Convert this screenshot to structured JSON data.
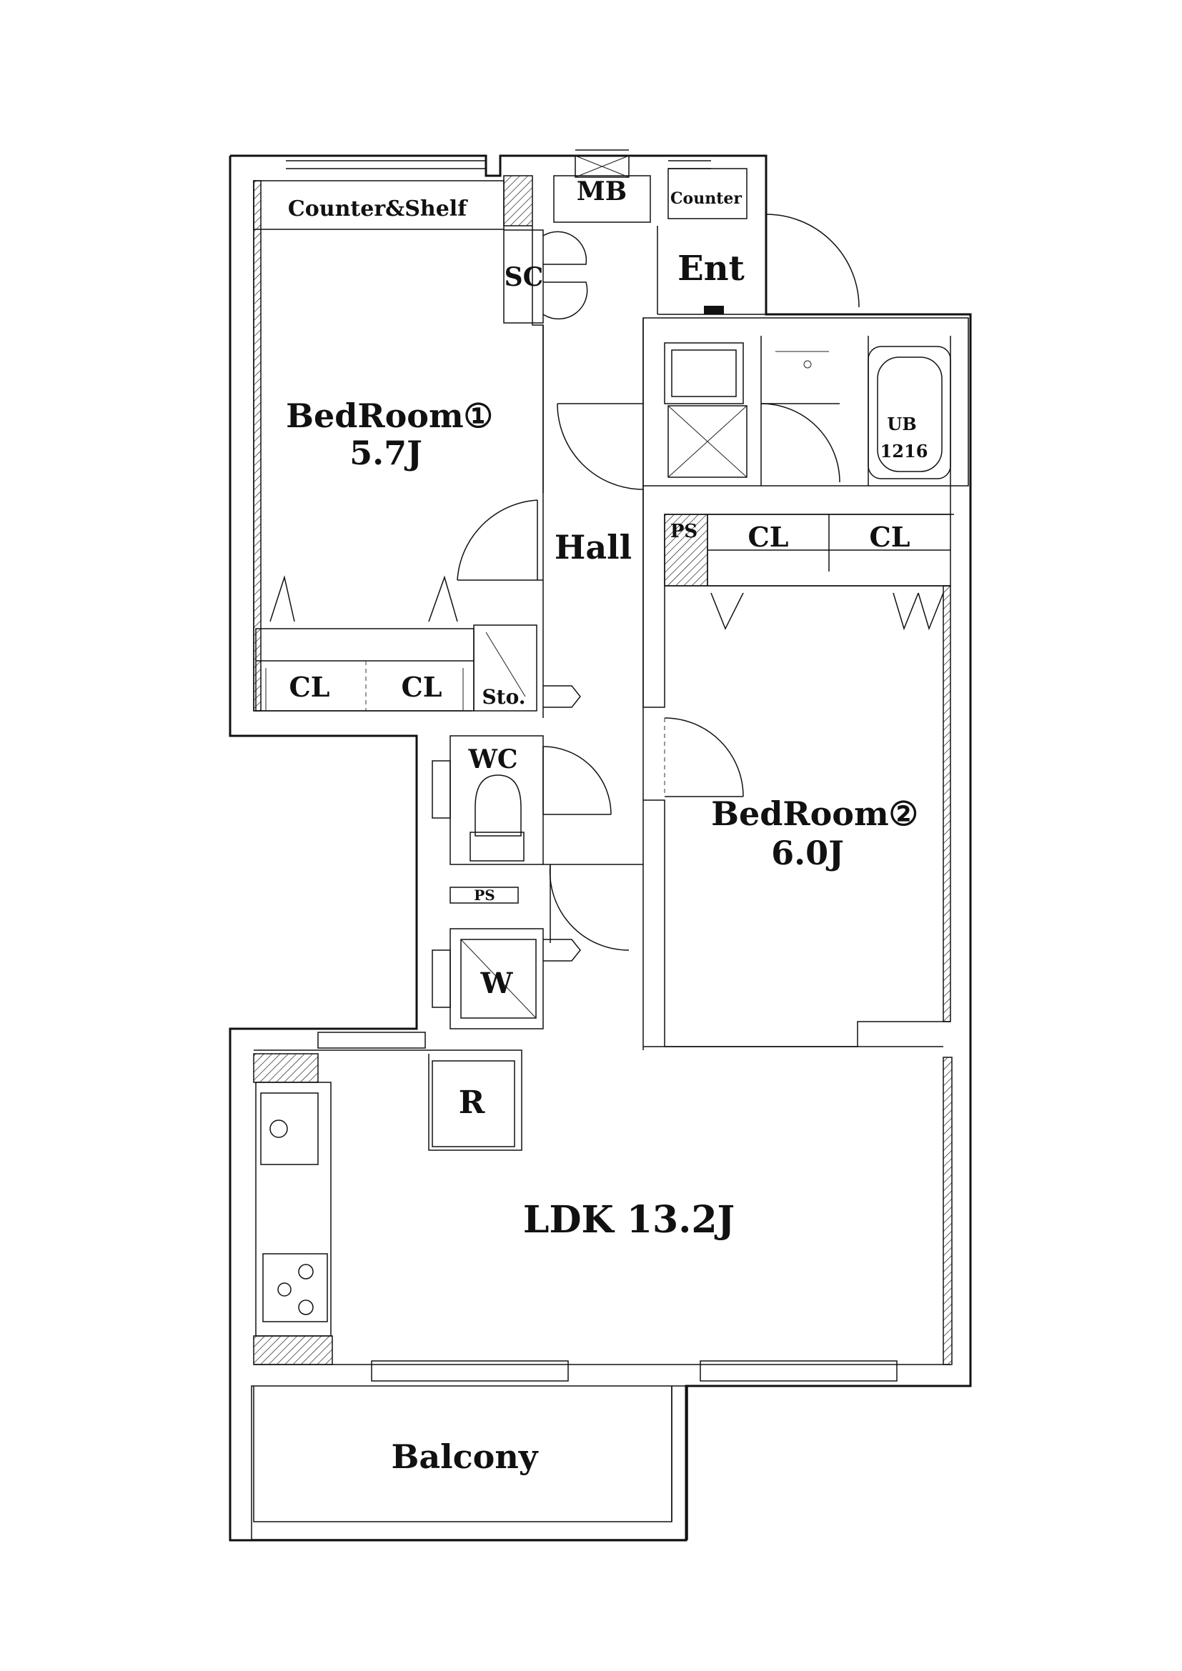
{
  "rooms": {
    "bedroom1_name": "BedRoom①",
    "bedroom1_size": "5.7J",
    "bedroom2_name": "BedRoom②",
    "bedroom2_size": "6.0J",
    "ldk": "LDK 13.2J",
    "hall": "Hall",
    "entrance": "Ent",
    "balcony": "Balcony",
    "wc": "WC",
    "washer": "W",
    "refrigerator": "R",
    "unit_bath_line1": "UB",
    "unit_bath_line2": "1216"
  },
  "storage": {
    "counter_shelf": "Counter&Shelf",
    "meter_box": "MB",
    "counter": "Counter",
    "shoe_closet": "SC",
    "storage": "Sto.",
    "closet": "CL",
    "pipe_space": "PS"
  }
}
